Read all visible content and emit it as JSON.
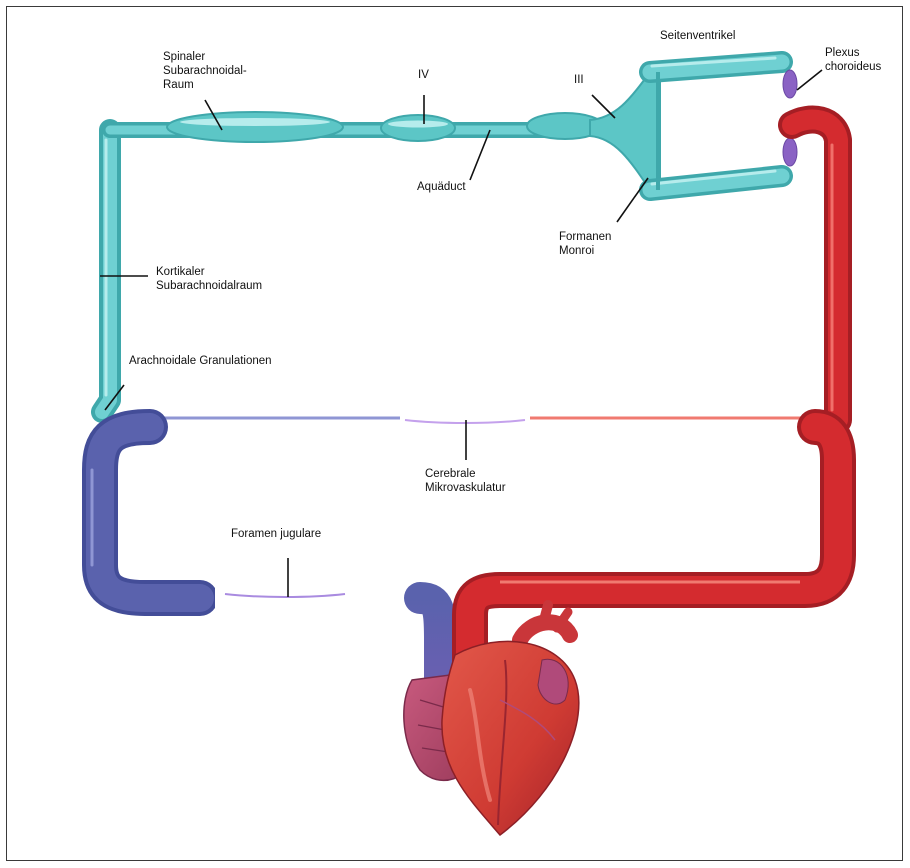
{
  "labels": {
    "seitenventrikel": "Seitenventrikel",
    "plexus_choroideus": "Plexus\nchoroideus",
    "spinaler_subarachnoidalraum": "Spinaler\nSubarachnoidal-\nRaum",
    "iv": "IV",
    "iii": "III",
    "aquaeduct": "Aquäduct",
    "foramen_monroi": "Formanen\nMonroi",
    "kortikaler_subarachnoidalraum": "Kortikaler\nSubarachnoidalraum",
    "arachnoidale_granulationen": "Arachnoidale Granulationen",
    "cerebrale_mikrovaskulatur": "Cerebrale\nMikrovaskulatur",
    "foramen_jugulare": "Foramen jugulare"
  },
  "colors": {
    "csf": "#5cc6c6",
    "venous_blood": "#5a62ad",
    "arterial_blood": "#d42b2f",
    "capillary": "#9b3fc4",
    "heart": "#d8453a"
  }
}
